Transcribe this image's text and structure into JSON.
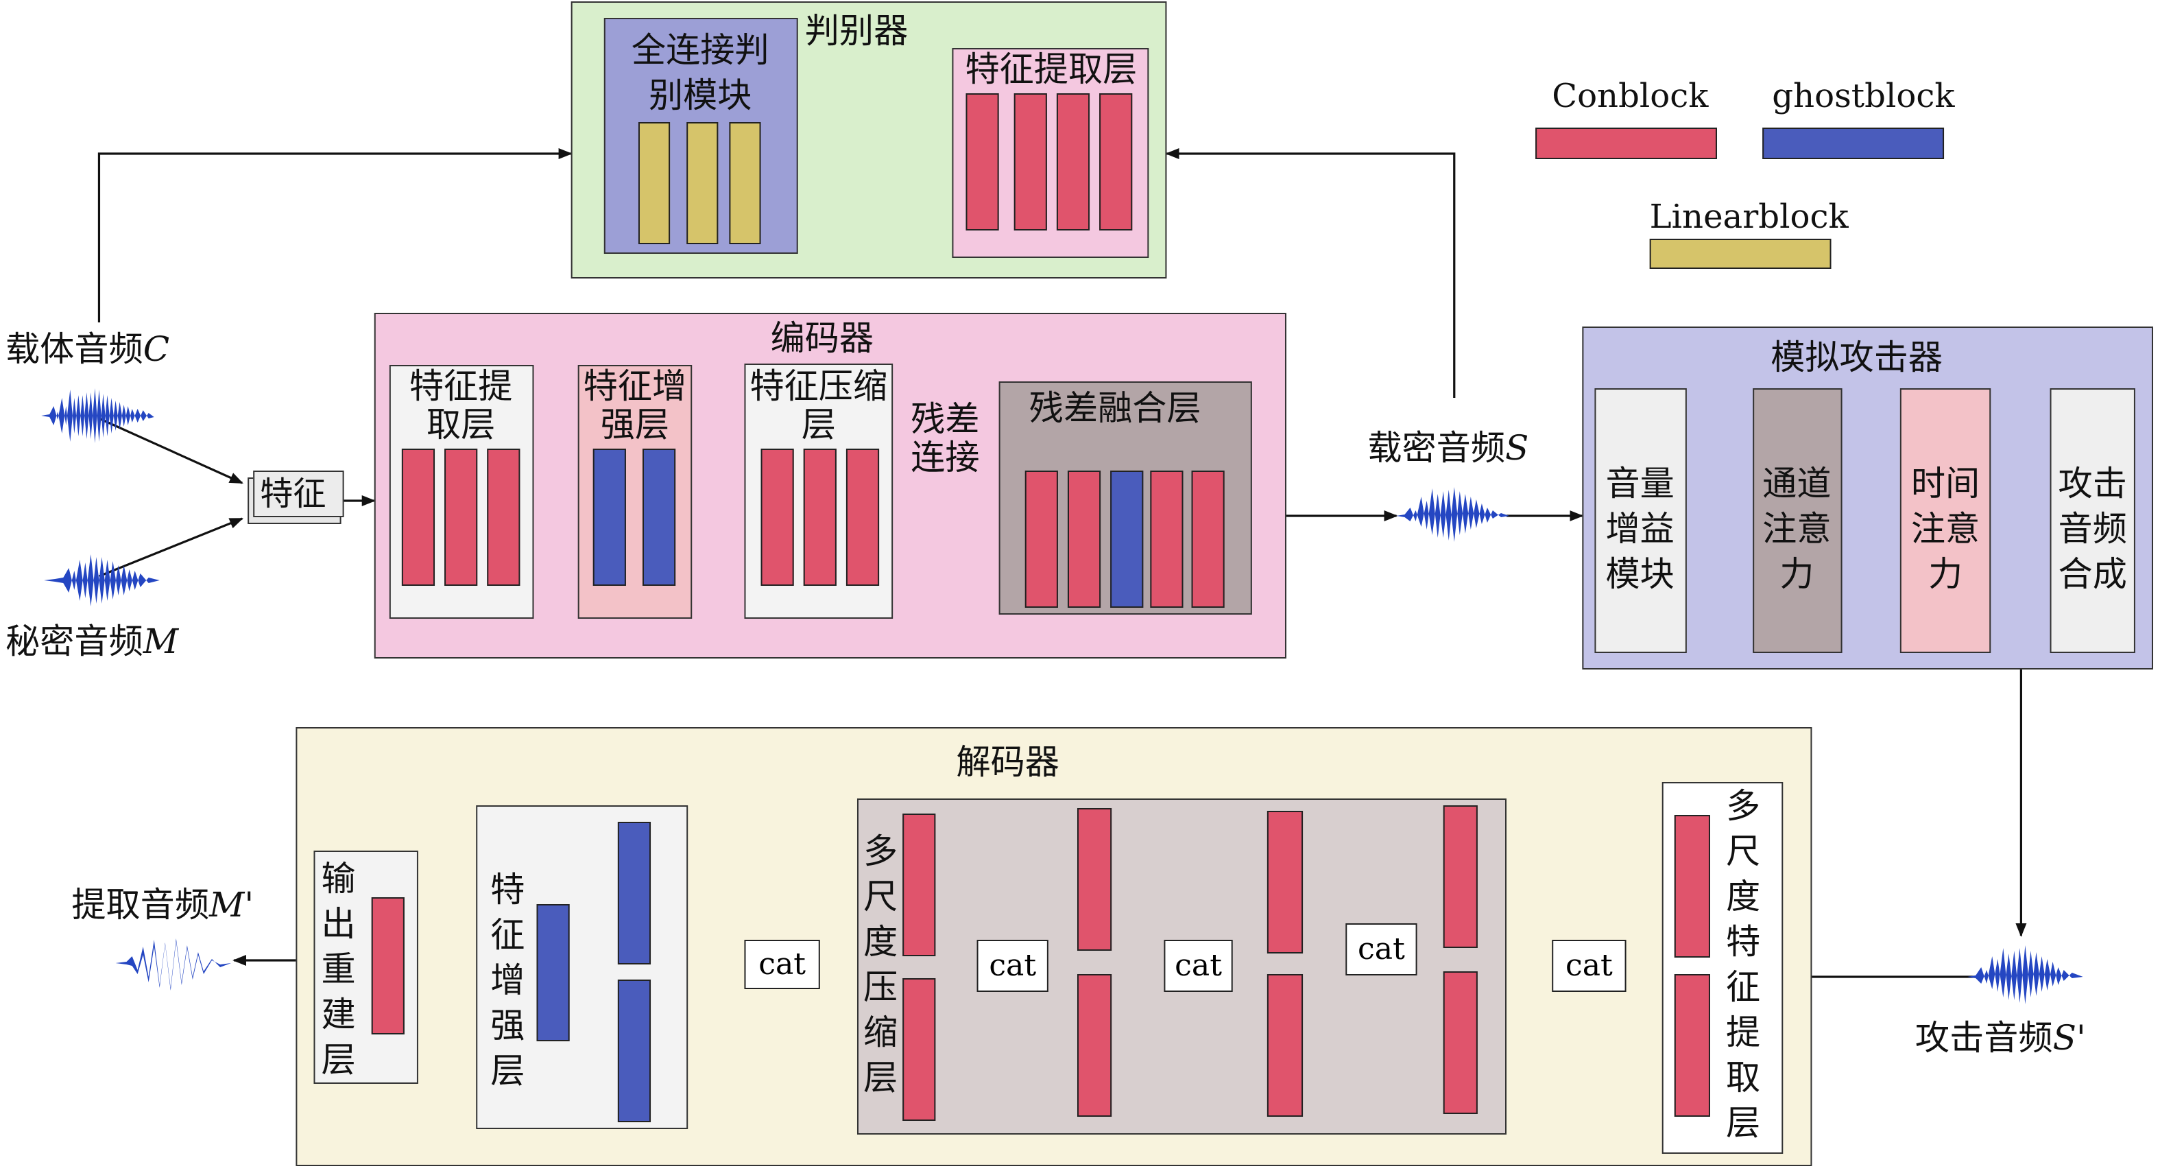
{
  "legend": {
    "conblock": "Conblock",
    "ghostblock": "ghostblock",
    "linearblock": "Linearblock",
    "colors": {
      "conblock": "#e0546c",
      "ghostblock": "#4a5cbc",
      "linearblock": "#d6c46a"
    }
  },
  "discriminator": {
    "title": "判别器",
    "fc_module": "全连接判别模块",
    "feature_layer": "特征提取层"
  },
  "encoder": {
    "title": "编码器",
    "feature_extract": "特征提取层",
    "feature_enhance": "特征增强层",
    "feature_compress": "特征压缩层",
    "residual_connect": "残差连接",
    "residual_fusion": "残差融合层"
  },
  "attacker": {
    "title": "模拟攻击器",
    "volume_gain": "音量增益模块",
    "channel_attention": "通道注意力",
    "time_attention": "时间注意力",
    "attack_synthesis": "攻击音频合成"
  },
  "decoder": {
    "title": "解码器",
    "output_rebuild": "输出重建层",
    "feature_enhance": "特征增强层",
    "multiscale_compress": "多尺度压缩层",
    "multiscale_extract": "多尺度特征提取层",
    "cat": "cat"
  },
  "signals": {
    "carrier": "载体音频",
    "carrier_sym": "C",
    "secret": "秘密音频",
    "secret_sym": "M",
    "stego": "载密音频",
    "stego_sym": "S",
    "attacked": "攻击音频",
    "attacked_sym": "S'",
    "extracted": "提取音频",
    "extracted_sym": "M'",
    "feature_box": "特征"
  }
}
